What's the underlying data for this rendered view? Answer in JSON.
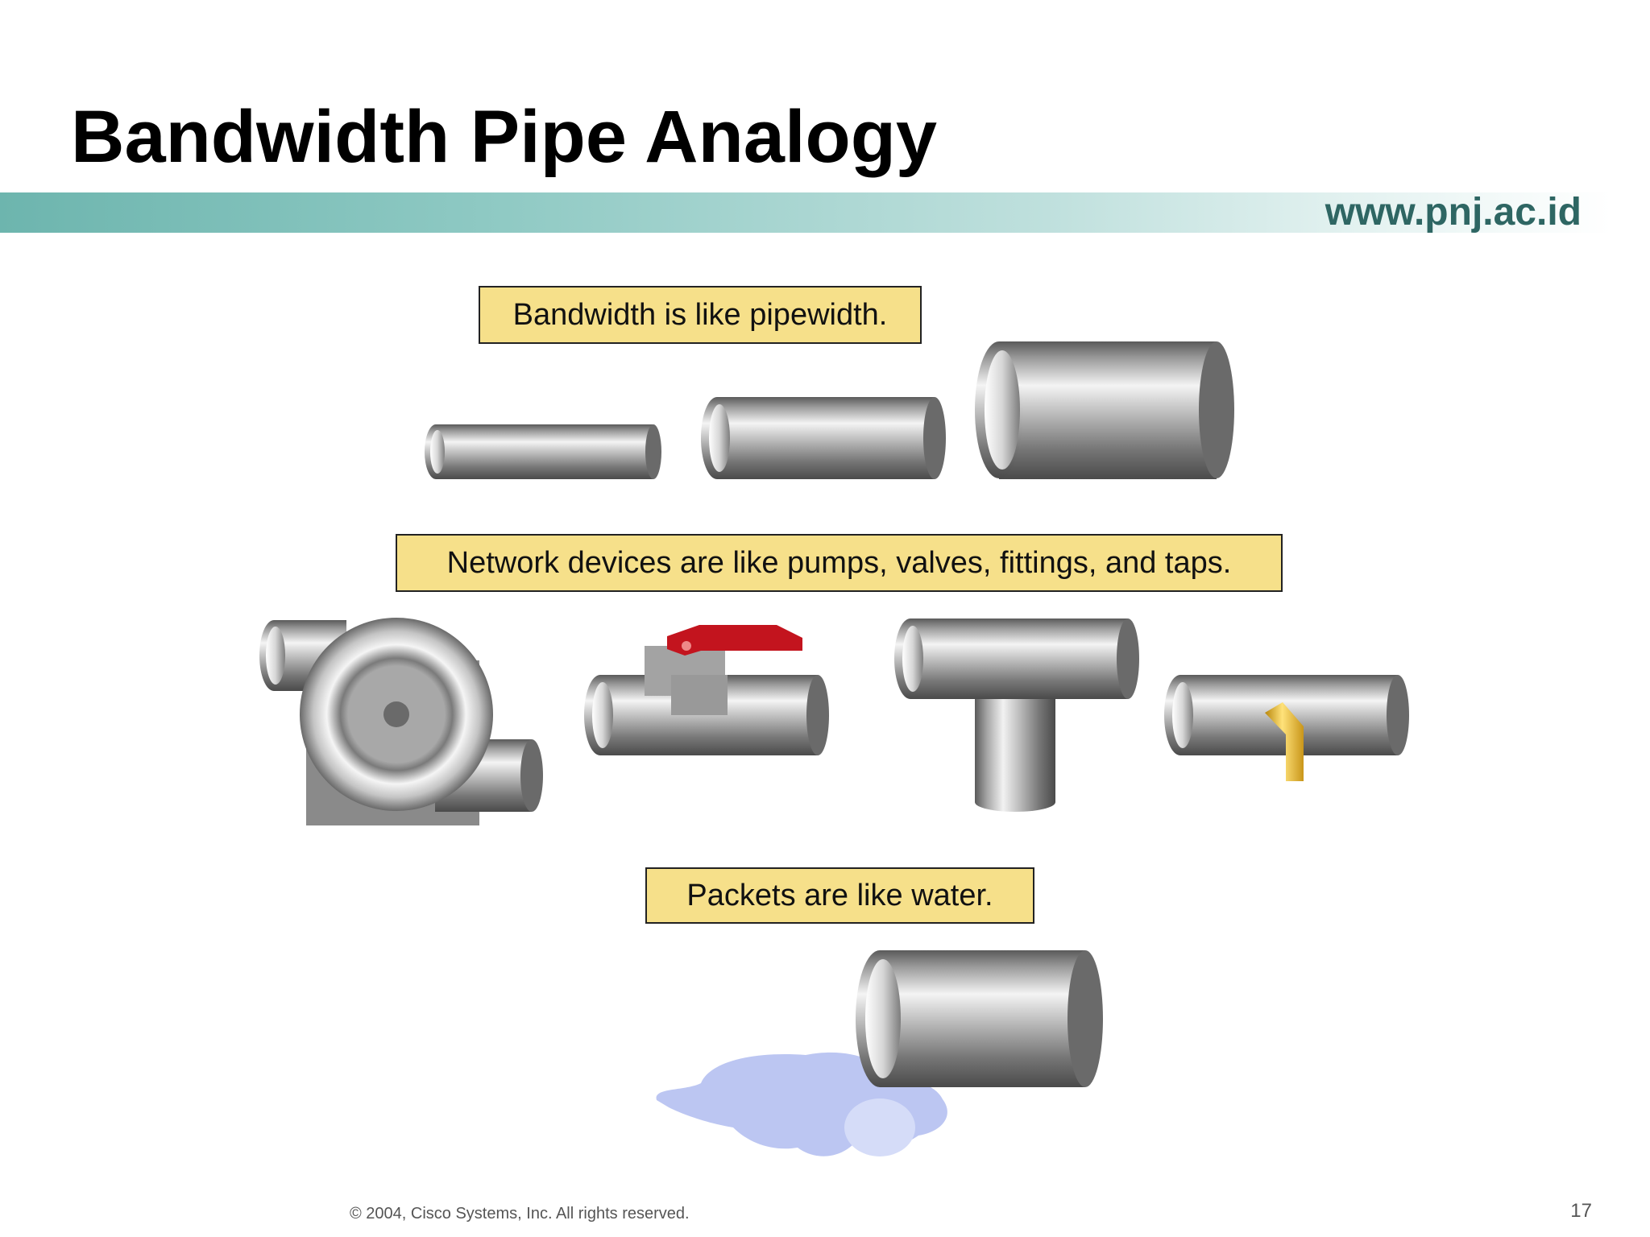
{
  "slide": {
    "title": "Bandwidth Pipe Analogy",
    "url": "www.pnj.ac.id",
    "copyright": "© 2004, Cisco Systems, Inc. All rights reserved.",
    "page_number": "17"
  },
  "captions": {
    "bandwidth": "Bandwidth is like pipewidth.",
    "devices": "Network devices are like pumps, valves, fittings, and taps.",
    "packets": "Packets are like water."
  },
  "icons": {
    "pipes": [
      "small-pipe-icon",
      "medium-pipe-icon",
      "large-pipe-icon"
    ],
    "devices": [
      "pump-icon",
      "valve-icon",
      "tee-fitting-icon",
      "tap-icon"
    ],
    "water": [
      "open-pipe-icon",
      "water-puddle-icon"
    ]
  },
  "colors": {
    "caption_bg": "#f6e08a",
    "band_start": "#6db5ae",
    "url_text": "#2e6663",
    "valve_handle": "#c3141e",
    "tap": "#e8b832",
    "water": "#bcc6f2"
  }
}
